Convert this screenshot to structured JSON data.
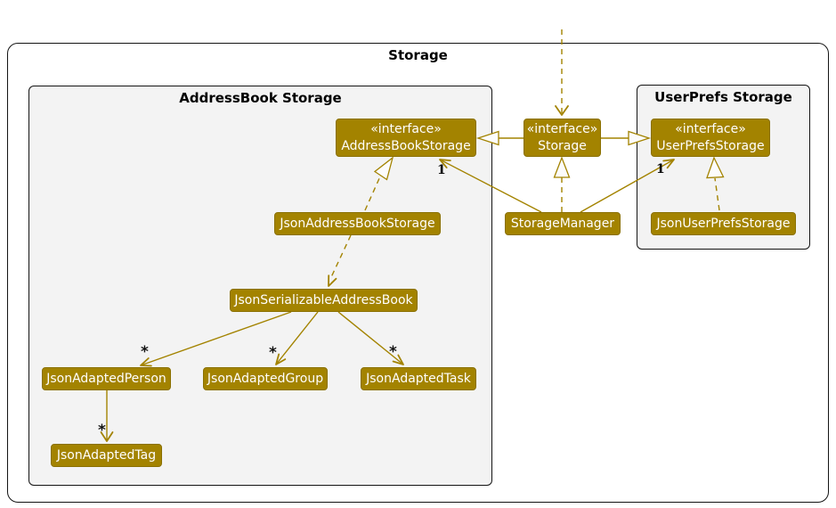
{
  "frame": {
    "title": "Storage"
  },
  "packages": {
    "addressbook": {
      "title": "AddressBook Storage"
    },
    "userprefs": {
      "title": "UserPrefs Storage"
    }
  },
  "nodes": {
    "addressBookStorage": {
      "stereotype": "«interface»",
      "name": "AddressBookStorage"
    },
    "storage": {
      "stereotype": "«interface»",
      "name": "Storage"
    },
    "userPrefsStorage": {
      "stereotype": "«interface»",
      "name": "UserPrefsStorage"
    },
    "jsonAddressBookStorage": {
      "name": "JsonAddressBookStorage"
    },
    "storageManager": {
      "name": "StorageManager"
    },
    "jsonUserPrefsStorage": {
      "name": "JsonUserPrefsStorage"
    },
    "jsonSerializableAddressBook": {
      "name": "JsonSerializableAddressBook"
    },
    "jsonAdaptedPerson": {
      "name": "JsonAdaptedPerson"
    },
    "jsonAdaptedGroup": {
      "name": "JsonAdaptedGroup"
    },
    "jsonAdaptedTask": {
      "name": "JsonAdaptedTask"
    },
    "jsonAdaptedTag": {
      "name": "JsonAdaptedTag"
    }
  },
  "edges": [
    {
      "from": "external",
      "to": "Storage",
      "type": "dashed-dependency",
      "label": ""
    },
    {
      "from": "Storage",
      "to": "AddressBookStorage",
      "type": "generalization",
      "label": ""
    },
    {
      "from": "Storage",
      "to": "UserPrefsStorage",
      "type": "generalization",
      "label": ""
    },
    {
      "from": "StorageManager",
      "to": "Storage",
      "type": "realization",
      "label": ""
    },
    {
      "from": "StorageManager",
      "to": "AddressBookStorage",
      "type": "association",
      "label": "1"
    },
    {
      "from": "StorageManager",
      "to": "UserPrefsStorage",
      "type": "association",
      "label": "1"
    },
    {
      "from": "JsonAddressBookStorage",
      "to": "AddressBookStorage",
      "type": "realization",
      "label": ""
    },
    {
      "from": "JsonUserPrefsStorage",
      "to": "UserPrefsStorage",
      "type": "realization",
      "label": ""
    },
    {
      "from": "JsonAddressBookStorage",
      "to": "JsonSerializableAddressBook",
      "type": "dashed-dependency",
      "label": ""
    },
    {
      "from": "JsonSerializableAddressBook",
      "to": "JsonAdaptedPerson",
      "type": "association",
      "label": "*"
    },
    {
      "from": "JsonSerializableAddressBook",
      "to": "JsonAdaptedGroup",
      "type": "association",
      "label": "*"
    },
    {
      "from": "JsonSerializableAddressBook",
      "to": "JsonAdaptedTask",
      "type": "association",
      "label": "*"
    },
    {
      "from": "JsonAdaptedPerson",
      "to": "JsonAdaptedTag",
      "type": "association",
      "label": "*"
    }
  ],
  "colors": {
    "node_fill": "#A38300",
    "node_text": "#FFFFFF",
    "edge": "#A38300",
    "package_fill": "#F3F3F3",
    "border": "#141414"
  }
}
